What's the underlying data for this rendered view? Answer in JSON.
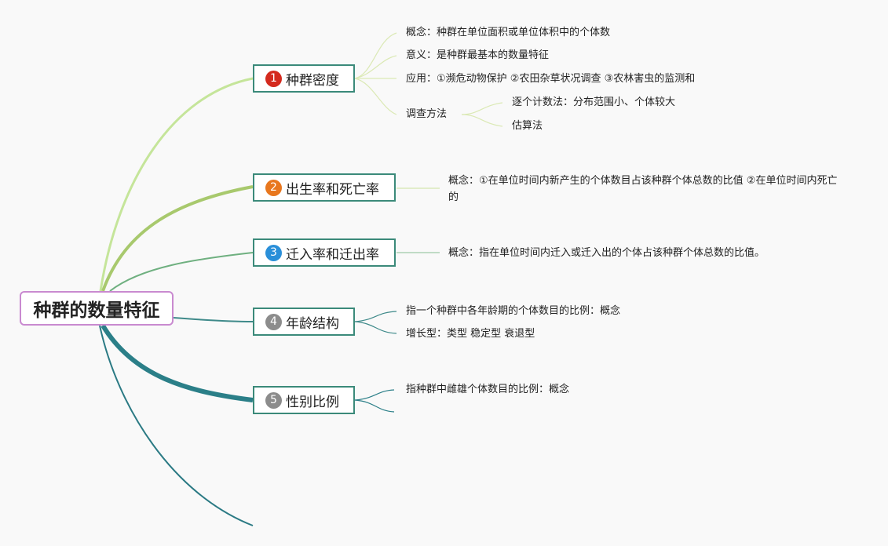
{
  "root": {
    "title": "种群的数量特征"
  },
  "branches": [
    {
      "number": "1",
      "badge_color": "#d42a1e",
      "label": "种群密度",
      "items": [
        "概念：种群在单位面积或单位体积中的个体数",
        "意义：是种群最基本的数量特征",
        "应用：①濒危动物保护 ②农田杂草状况调查 ③农林害虫的监测和"
      ],
      "method": {
        "label": "调查方法",
        "items": [
          "逐个计数法：分布范围小、个体较大",
          "估算法"
        ]
      }
    },
    {
      "number": "2",
      "badge_color": "#e8771e",
      "label": "出生率和死亡率",
      "items": [
        "概念：①在单位时间内新产生的个体数目占该种群个体总数的比值 ②在单位时间内死亡的"
      ]
    },
    {
      "number": "3",
      "badge_color": "#2a8fd9",
      "label": "迁入率和迁出率",
      "items": [
        "概念：指在单位时间内迁入或迁入出的个体占该种群个体总数的比值。"
      ]
    },
    {
      "number": "4",
      "badge_color": "#8c8c8c",
      "label": "年龄结构",
      "items": [
        "指一个种群中各年龄期的个体数目的比例：概念",
        "增长型：类型 稳定型 衰退型"
      ]
    },
    {
      "number": "5",
      "badge_color": "#8c8c8c",
      "label": "性别比例",
      "items": [
        "指种群中雌雄个体数目的比例：概念"
      ]
    }
  ]
}
